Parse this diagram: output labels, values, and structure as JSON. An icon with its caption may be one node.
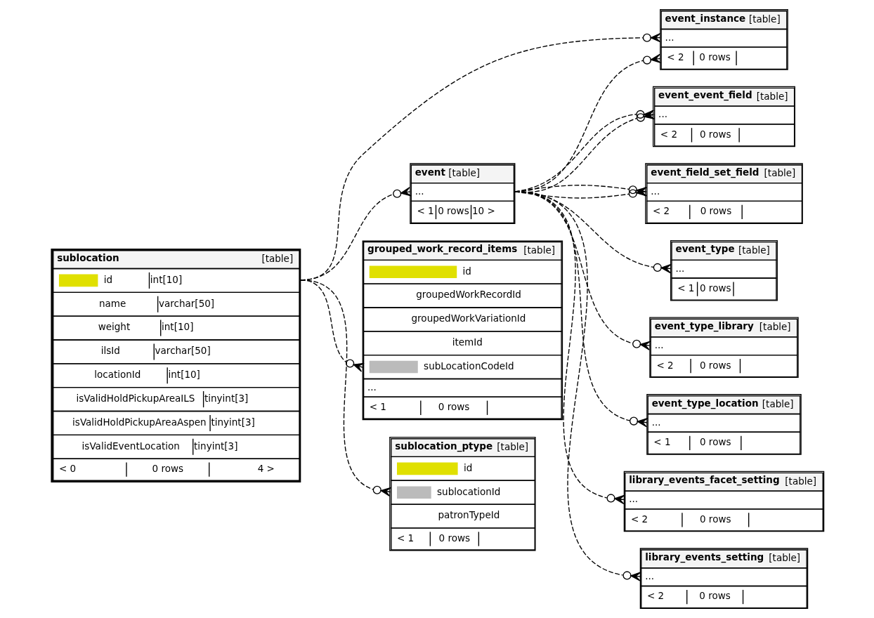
{
  "diagram": {
    "nodes": [
      {
        "text": [
          "sublocation",
          "[table]",
          "id",
          "int[10]",
          "name",
          "varchar[50]",
          "weight",
          "int[10]",
          "ilsId",
          "varchar[50]",
          "locationId",
          "int[10]",
          "isValidHoldPickupAreaILS",
          "tinyint[3]",
          "isValidHoldPickupAreaAspen",
          "tinyint[3]",
          "isValidEventLocation",
          "tinyint[3]",
          "< 0",
          "0 rows",
          "4 >"
        ]
      },
      {
        "text": [
          "event",
          "[table]",
          "...",
          "< 1",
          "0 rows",
          "10 >"
        ]
      },
      {
        "text": [
          "grouped_work_record_items",
          "[table]",
          "id",
          "groupedWorkRecordId",
          "groupedWorkVariationId",
          "itemId",
          "subLocationCodeId",
          "...",
          "< 1",
          "0 rows"
        ]
      },
      {
        "text": [
          "sublocation_ptype",
          "[table]",
          "id",
          "sublocationId",
          "patronTypeId",
          "< 1",
          "0 rows"
        ]
      },
      {
        "text": [
          "event_instance",
          "[table]",
          "...",
          "< 2",
          "0 rows"
        ]
      },
      {
        "text": [
          "event_event_field",
          "[table]",
          "...",
          "< 2",
          "0 rows"
        ]
      },
      {
        "text": [
          "event_field_set_field",
          "[table]",
          "...",
          "< 2",
          "0 rows"
        ]
      },
      {
        "text": [
          "event_type",
          "[table]",
          "...",
          "< 1",
          "0 rows"
        ]
      },
      {
        "text": [
          "event_type_library",
          "[table]",
          "...",
          "< 2",
          "0 rows"
        ]
      },
      {
        "text": [
          "event_type_location",
          "[table]",
          "...",
          "< 1",
          "0 rows"
        ]
      },
      {
        "text": [
          "library_events_facet_setting",
          "[table]",
          "...",
          "< 2",
          "0 rows"
        ]
      },
      {
        "text": [
          "library_events_setting",
          "[table]",
          "...",
          "< 2",
          "0 rows"
        ]
      }
    ],
    "edges": [
      {
        "from": 0,
        "to": 4,
        "arrow": "other",
        "style": "dashed"
      },
      {
        "from": 0,
        "to": 1,
        "arrow": "other",
        "style": "dashed"
      },
      {
        "from": 0,
        "to": 2,
        "arrow": "other",
        "style": "dashed"
      },
      {
        "from": 0,
        "to": 3,
        "arrow": "other",
        "style": "dashed"
      },
      {
        "from": 1,
        "to": 4,
        "arrow": "other",
        "style": "dashed"
      },
      {
        "from": 1,
        "to": 5,
        "arrow": "other",
        "style": "dashed"
      },
      {
        "from": 1,
        "to": 5,
        "arrow": "other",
        "style": "dashed"
      },
      {
        "from": 1,
        "to": 6,
        "arrow": "other",
        "style": "dashed"
      },
      {
        "from": 1,
        "to": 6,
        "arrow": "other",
        "style": "dashed"
      },
      {
        "from": 1,
        "to": 7,
        "arrow": "other",
        "style": "dashed"
      },
      {
        "from": 1,
        "to": 8,
        "arrow": "other",
        "style": "dashed"
      },
      {
        "from": 1,
        "to": 9,
        "arrow": "other",
        "style": "dashed"
      },
      {
        "from": 1,
        "to": 10,
        "arrow": "other",
        "style": "dashed"
      },
      {
        "from": 1,
        "to": 11,
        "arrow": "other",
        "style": "dashed"
      }
    ]
  }
}
